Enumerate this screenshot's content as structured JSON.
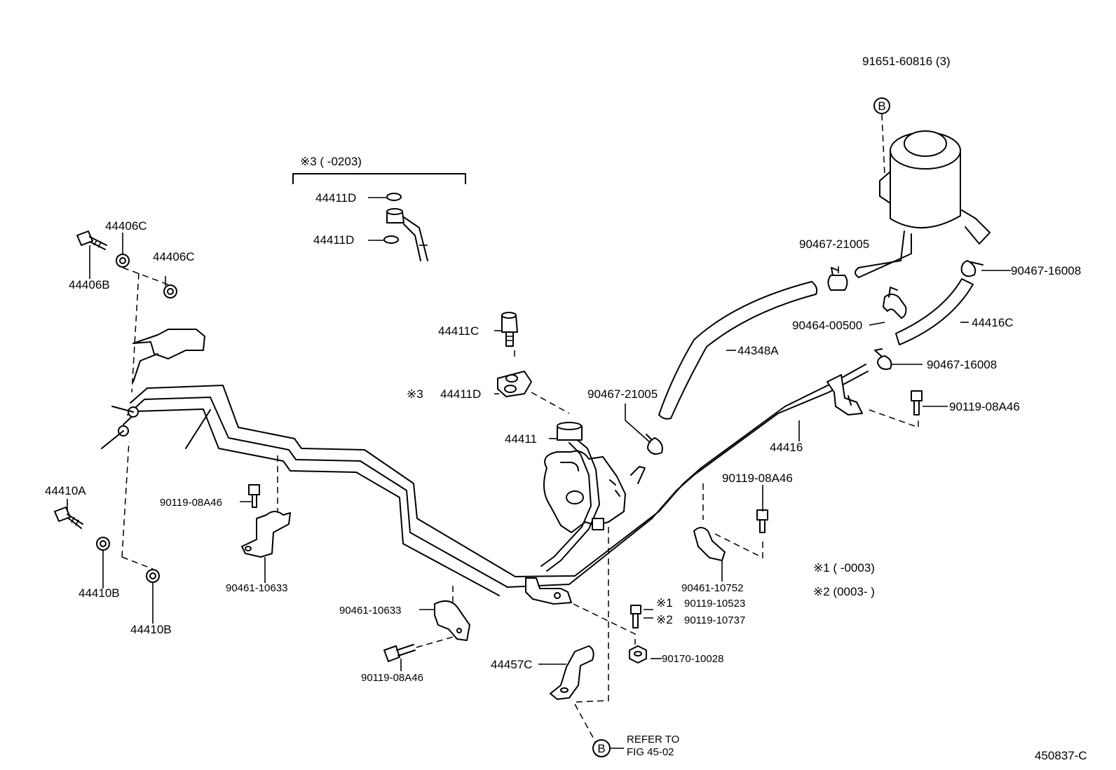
{
  "labels": {
    "p91651": "91651-60816 (3)",
    "p9046721005a": "90467-21005",
    "p9046716008a": "90467-16008",
    "p9046400500": "90464-00500",
    "p44416C": "44416C",
    "p44348A": "44348A",
    "p9046716008b": "90467-16008",
    "p9011908A46a": "90119-08A46",
    "p9046721005b": "90467-21005",
    "p44416": "44416",
    "p9011908A46b": "90119-08A46",
    "p44411C": "44411C",
    "p44411Dm": "44411D",
    "p44411": "44411",
    "p44411D1": "44411D",
    "p44411D2": "44411D",
    "p44406C1": "44406C",
    "p44406C2": "44406C",
    "p44406B": "44406B",
    "p44410A": "44410A",
    "p44410B1": "44410B",
    "p44410B2": "44410B",
    "p9011908A46c": "90119-08A46",
    "p9046110633a": "90461-10633",
    "p9046110633b": "90461-10633",
    "p9011908A46d": "90119-08A46",
    "p44457C": "44457C",
    "p9046110752": "90461-10752",
    "p9011910523": "90119-10523",
    "p9011910737": "90119-10737",
    "p9017010028": "90170-10028",
    "refer1": "REFER TO",
    "refer2": "FIG 45-02",
    "figno": "450837-C"
  },
  "markers": {
    "b": "B",
    "m1": "※1",
    "m2": "※2",
    "m3": "※3"
  },
  "notes": {
    "n3": "※3 (     -0203)",
    "n1": "※1 (     -0003)",
    "n2": "※2 (0003-     )"
  }
}
